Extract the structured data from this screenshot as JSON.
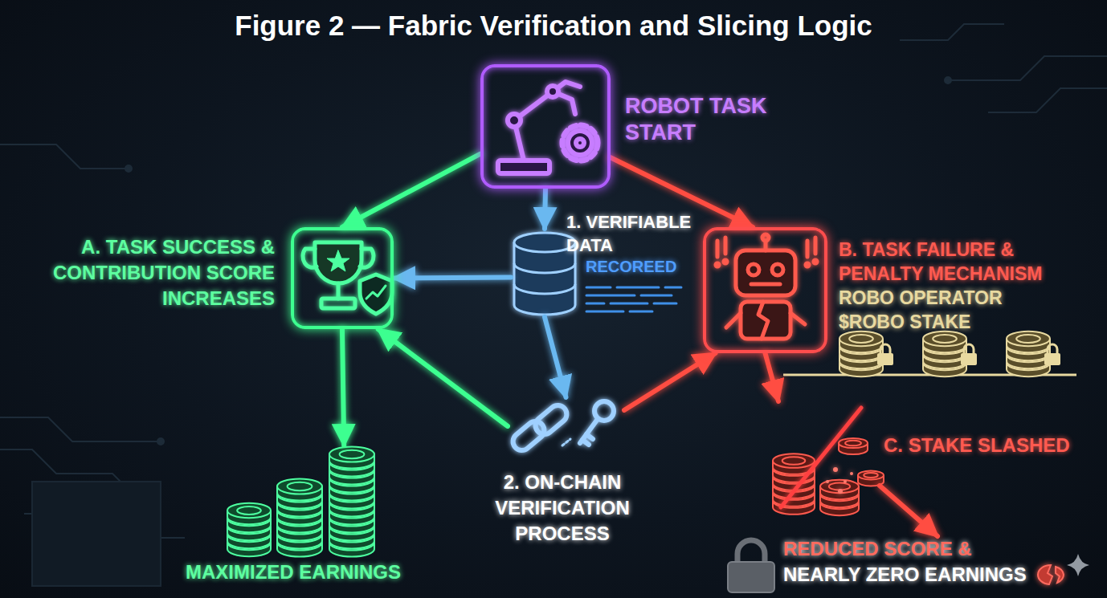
{
  "diagram": {
    "title": "Figure 2 — Fabric Verification and Slicing Logic",
    "nodes": [
      {
        "text": [
          "ROBOT TASK START"
        ]
      },
      {
        "text": [
          "A. TASK SUCCESS & CONTRIBUTION SCORE INCREASES"
        ]
      },
      {
        "text": [
          "1. VERIFIABLE DATA",
          "RECOREED"
        ]
      },
      {
        "text": [
          "B. TASK FAILURE & PENALTY MECHANISM",
          "ROBO OPERATOR $ROBO STAKE"
        ]
      },
      {
        "text": [
          "2. ON-CHAIN VERIFICATION PROCESS"
        ]
      },
      {
        "text": [
          "MAXIMIZED EARNINGS"
        ]
      },
      {
        "text": [
          "C. STAKE SLASHED"
        ]
      },
      {
        "text": [
          "REDUCED SCORE & NEARLY ZERO EARNINGS"
        ]
      }
    ],
    "edges": [
      {
        "from": 0,
        "to": 1,
        "arrow": "to"
      },
      {
        "from": 0,
        "to": 2,
        "arrow": "to"
      },
      {
        "from": 0,
        "to": 3,
        "arrow": "to"
      },
      {
        "from": 2,
        "to": 1,
        "arrow": "to"
      },
      {
        "from": 2,
        "to": 4,
        "arrow": "to"
      },
      {
        "from": 4,
        "to": 1,
        "arrow": "to"
      },
      {
        "from": 4,
        "to": 3,
        "arrow": "to"
      },
      {
        "from": 1,
        "to": 5,
        "arrow": "to"
      },
      {
        "from": 3,
        "to": 6,
        "arrow": "to"
      },
      {
        "from": 6,
        "to": 7,
        "arrow": "to"
      }
    ]
  }
}
